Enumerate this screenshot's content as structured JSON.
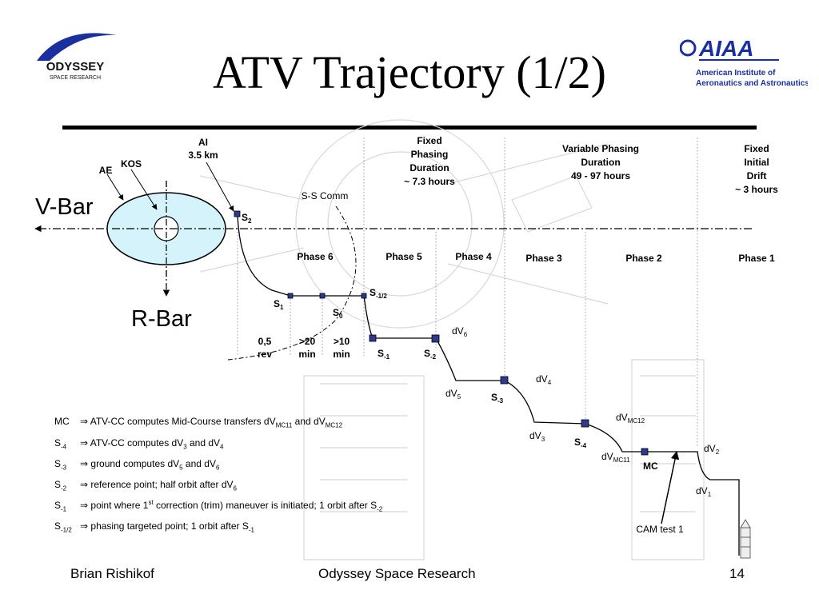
{
  "title": "ATV Trajectory (1/2)",
  "logos": {
    "left_brand": "ODYSSEY",
    "left_sub": "SPACE RESEARCH",
    "right_brand": "AIAA",
    "right_line1": "American Institute of",
    "right_line2": "Aeronautics and Astronautics"
  },
  "axes": {
    "vbar": "V-Bar",
    "rbar": "R-Bar"
  },
  "zones": {
    "ae": "AE",
    "kos": "KOS",
    "ai": "AI",
    "ai_dist": "3.5 km",
    "ss_comm": "S-S Comm"
  },
  "durations": {
    "fixed_phasing": [
      "Fixed",
      "Phasing",
      "Duration",
      "~ 7.3 hours"
    ],
    "variable_phasing": [
      "Variable Phasing",
      "Duration",
      "49 - 97 hours"
    ],
    "fixed_drift": [
      "Fixed",
      "Initial",
      "Drift",
      "~ 3 hours"
    ]
  },
  "phases": [
    "Phase 6",
    "Phase 5",
    "Phase 4",
    "Phase 3",
    "Phase 2",
    "Phase 1"
  ],
  "timings": [
    {
      "top": "0,5",
      "bottom": "rev"
    },
    {
      "top": ">20",
      "bottom": "min"
    },
    {
      "top": ">10",
      "bottom": "min"
    }
  ],
  "points": {
    "s2": {
      "base": "S",
      "sub": "2"
    },
    "s1": {
      "base": "S",
      "sub": "1"
    },
    "s0": {
      "base": "S",
      "sub": "0"
    },
    "s_half": {
      "base": "S",
      "sub": "-1/2"
    },
    "s_m1": {
      "base": "S",
      "sub": "-1"
    },
    "s_m2": {
      "base": "S",
      "sub": "-2"
    },
    "s_m3": {
      "base": "S",
      "sub": "-3"
    },
    "s_m4": {
      "base": "S",
      "sub": "-4"
    },
    "mc": "MC"
  },
  "burns": {
    "dv6": {
      "base": "dV",
      "sub": "6"
    },
    "dv5": {
      "base": "dV",
      "sub": "5"
    },
    "dv4": {
      "base": "dV",
      "sub": "4"
    },
    "dv3": {
      "base": "dV",
      "sub": "3"
    },
    "dv_mc12": {
      "base": "dV",
      "sub": "MC12"
    },
    "dv_mc11": {
      "base": "dV",
      "sub": "MC11"
    },
    "dv2": {
      "base": "dV",
      "sub": "2"
    },
    "dv1": {
      "base": "dV",
      "sub": "1"
    }
  },
  "cam": "CAM test 1",
  "notes": {
    "mc": {
      "code": "MC",
      "pre": "ATV-CC computes Mid-Course transfers dV",
      "s1": "MC11",
      "mid": " and dV",
      "s2": "MC12"
    },
    "s4": {
      "code": "S",
      "code_sub": "-4",
      "pre": "ATV-CC computes dV",
      "s1": "3",
      "mid": " and dV",
      "s2": "4"
    },
    "s3": {
      "code": "S",
      "code_sub": "-3",
      "pre": "ground computes dV",
      "s1": "5",
      "mid": " and dV",
      "s2": "6"
    },
    "s2": {
      "code": "S",
      "code_sub": "-2",
      "pre": "reference point; half orbit after dV",
      "s1": "6"
    },
    "s1": {
      "code": "S",
      "code_sub": "-1",
      "pre": "point where 1",
      "sup": "st",
      "mid": " correction (trim) maneuver is initiated; 1 orbit after S",
      "s1": "-2"
    },
    "shalf": {
      "code": "S",
      "code_sub": "-1/2",
      "pre": "phasing targeted point; 1 orbit after S",
      "s1": "-1"
    }
  },
  "footer": {
    "author": "Brian Rishikof",
    "org": "Odyssey Space Research",
    "page": "14"
  }
}
